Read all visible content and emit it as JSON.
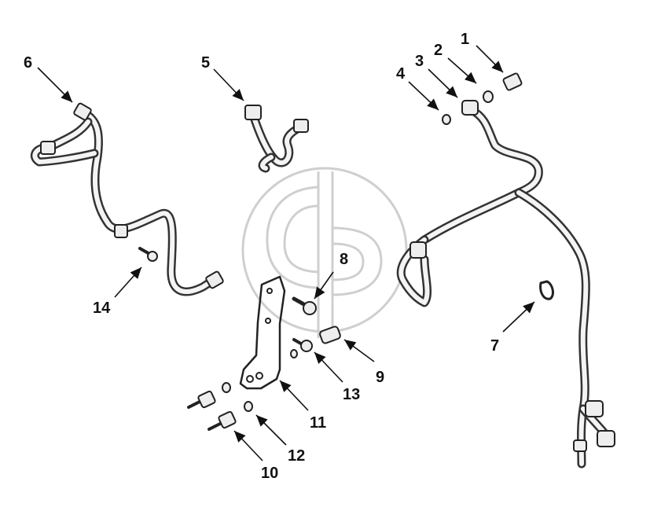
{
  "callouts": {
    "c1": "1",
    "c2": "2",
    "c3": "3",
    "c4": "4",
    "c5": "5",
    "c6": "6",
    "c7": "7",
    "c8": "8",
    "c9": "9",
    "c10": "10",
    "c11": "11",
    "c12": "12",
    "c13": "13",
    "c14": "14"
  },
  "watermark": {
    "type": "logo",
    "color": "#cfcfcf"
  }
}
